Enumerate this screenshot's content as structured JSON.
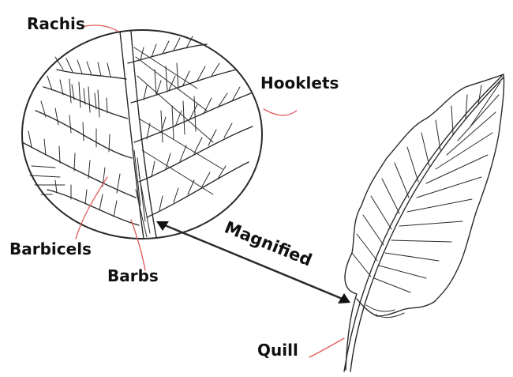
{
  "labels": {
    "rachis": "Rachis",
    "hooklets": "Hooklets",
    "barbicels": "Barbicels",
    "barbs": "Barbs",
    "magnified": "Magnified",
    "quill": "Quill"
  },
  "colors": {
    "ink": "#2a2a2a",
    "pointer": "#e05a5a",
    "background": "#ffffff"
  }
}
